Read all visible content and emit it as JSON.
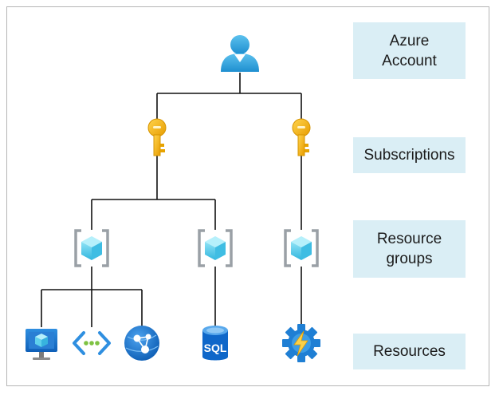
{
  "levels": {
    "account": "Azure Account",
    "subscriptions": "Subscriptions",
    "resource_groups": "Resource groups",
    "resources": "Resources"
  },
  "resource_icons": [
    "virtual-machine-icon",
    "virtual-network-icon",
    "app-service-icon",
    "sql-database-icon",
    "function-app-icon"
  ],
  "sql_label": "SQL",
  "colors": {
    "line": "#111111",
    "label_bg": "#daeef5",
    "user_blue": "#3aa6dc",
    "key_gold": "#f2b40f",
    "cube_cyan": "#5fd0ec",
    "bracket_gray": "#9aa0a6",
    "azure_blue": "#0f78d4"
  }
}
